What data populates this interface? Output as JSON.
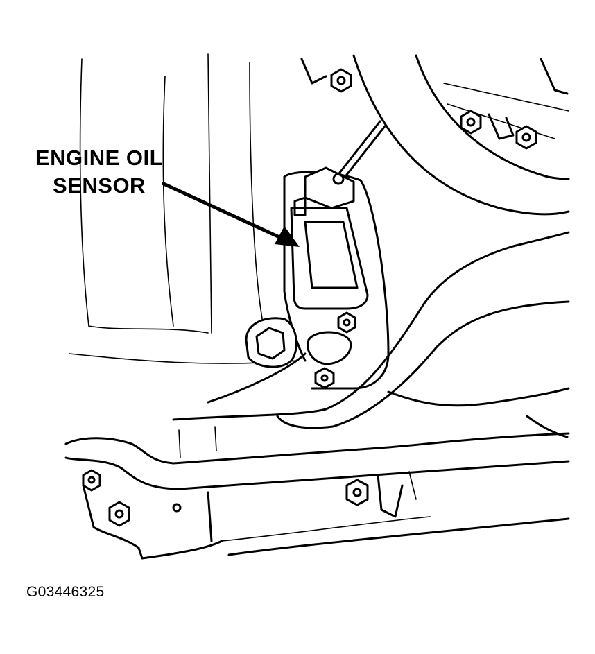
{
  "callout": {
    "line1": "ENGINE OIL",
    "line2": "SENSOR"
  },
  "figure_id": "G03446325"
}
